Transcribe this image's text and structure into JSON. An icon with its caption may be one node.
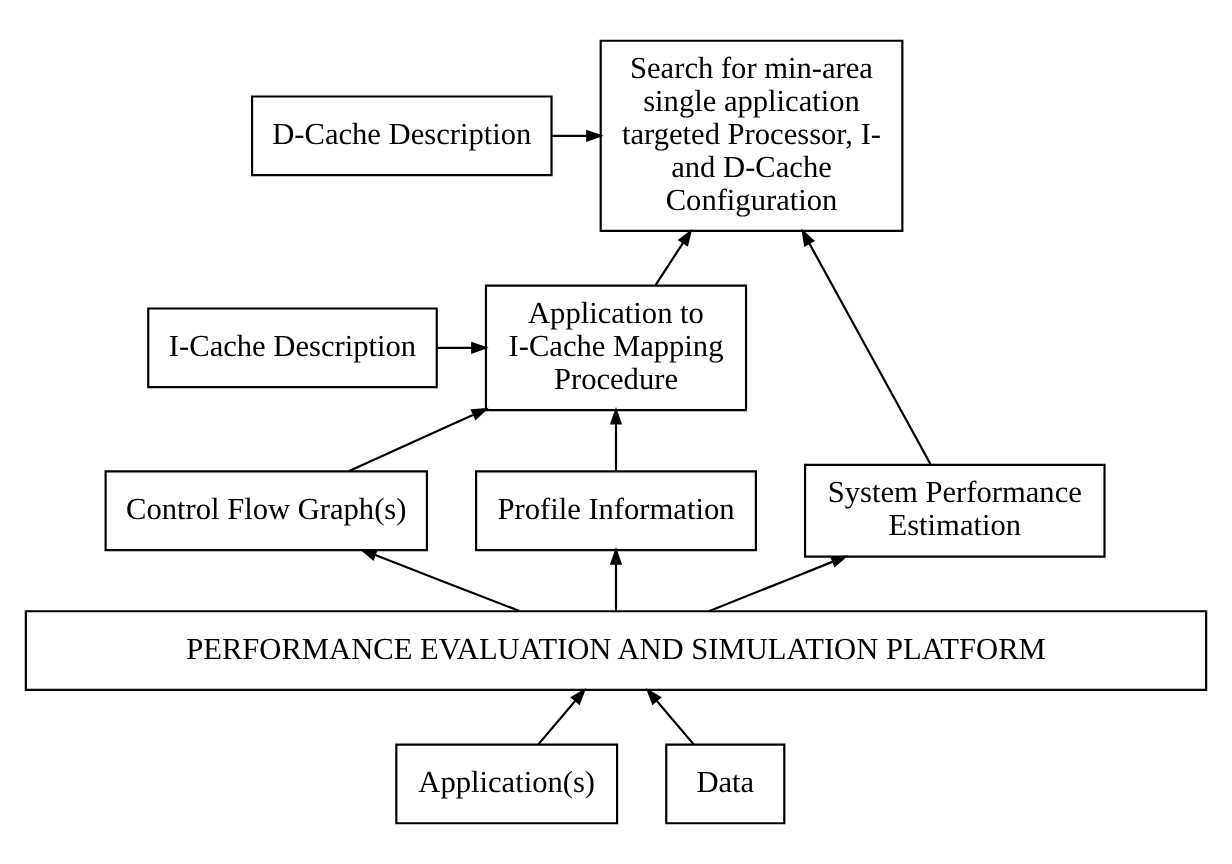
{
  "diagram": {
    "nodes": [
      {
        "text": [
          "Search for min-area single application targeted Processor, I- and D-Cache Configuration"
        ]
      },
      {
        "text": [
          "D-Cache Description"
        ]
      },
      {
        "text": [
          "I-Cache Description"
        ]
      },
      {
        "text": [
          "Application to I-Cache Mapping Procedure"
        ]
      },
      {
        "text": [
          "Control Flow Graph(s)"
        ]
      },
      {
        "text": [
          "System Performance Estimation"
        ]
      },
      {
        "text": [
          "Profile Information"
        ]
      },
      {
        "text": [
          "PERFORMANCE EVALUATION AND SIMULATION PLATFORM"
        ]
      },
      {
        "text": [
          "Application(s)"
        ]
      },
      {
        "text": [
          "Data"
        ]
      }
    ],
    "edges": [
      {
        "from": 1,
        "to": 0,
        "arrow": "to"
      },
      {
        "from": 2,
        "to": 3,
        "arrow": "to"
      },
      {
        "from": 4,
        "to": 3,
        "arrow": "to"
      },
      {
        "from": 3,
        "to": 0,
        "arrow": "to"
      },
      {
        "from": 5,
        "to": 0,
        "arrow": "to"
      },
      {
        "from": 6,
        "to": 3,
        "arrow": "to"
      },
      {
        "from": 7,
        "to": 4,
        "arrow": "to"
      },
      {
        "from": 7,
        "to": 6,
        "arrow": "to"
      },
      {
        "from": 7,
        "to": 5,
        "arrow": "to"
      },
      {
        "from": 8,
        "to": 7,
        "arrow": "to"
      },
      {
        "from": 9,
        "to": 7,
        "arrow": "to"
      }
    ]
  }
}
